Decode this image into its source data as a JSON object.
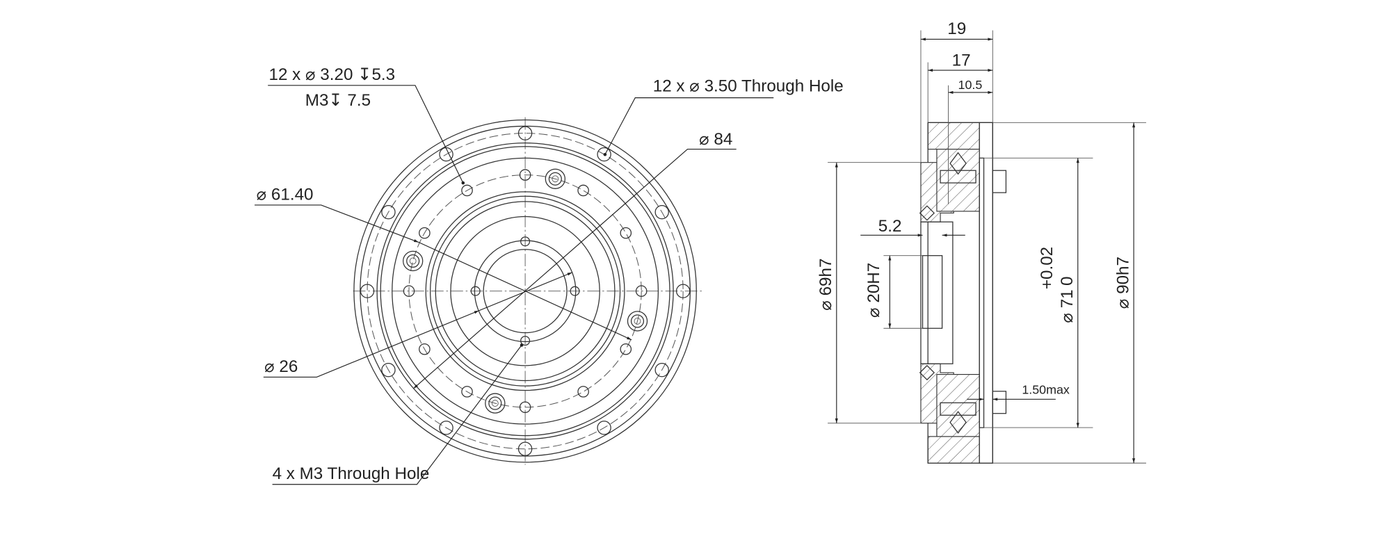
{
  "front_view": {
    "callout_tapped_holes_line1": "12 x ⌀ 3.20 ↧5.3",
    "callout_tapped_holes_line2": "M3↧ 7.5",
    "callout_through_holes": "12 x ⌀ 3.50 Through Hole",
    "dia_84": "⌀ 84",
    "dia_61_40": "⌀ 61.40",
    "dia_26": "⌀ 26",
    "callout_m3_holes": "4 x  M3 Through Hole"
  },
  "side_view": {
    "dim_19": "19",
    "dim_17": "17",
    "dim_10_5": "10.5",
    "dim_5_2": "5.2",
    "dia_69h7": "⌀ 69h7",
    "dia_20H7": "⌀ 20H7",
    "dia_71": "⌀ 71",
    "tol_upper": "+0.02",
    "tol_lower": "0",
    "dia_90h7": "⌀ 90h7",
    "dim_1_50max": "1.50max"
  }
}
